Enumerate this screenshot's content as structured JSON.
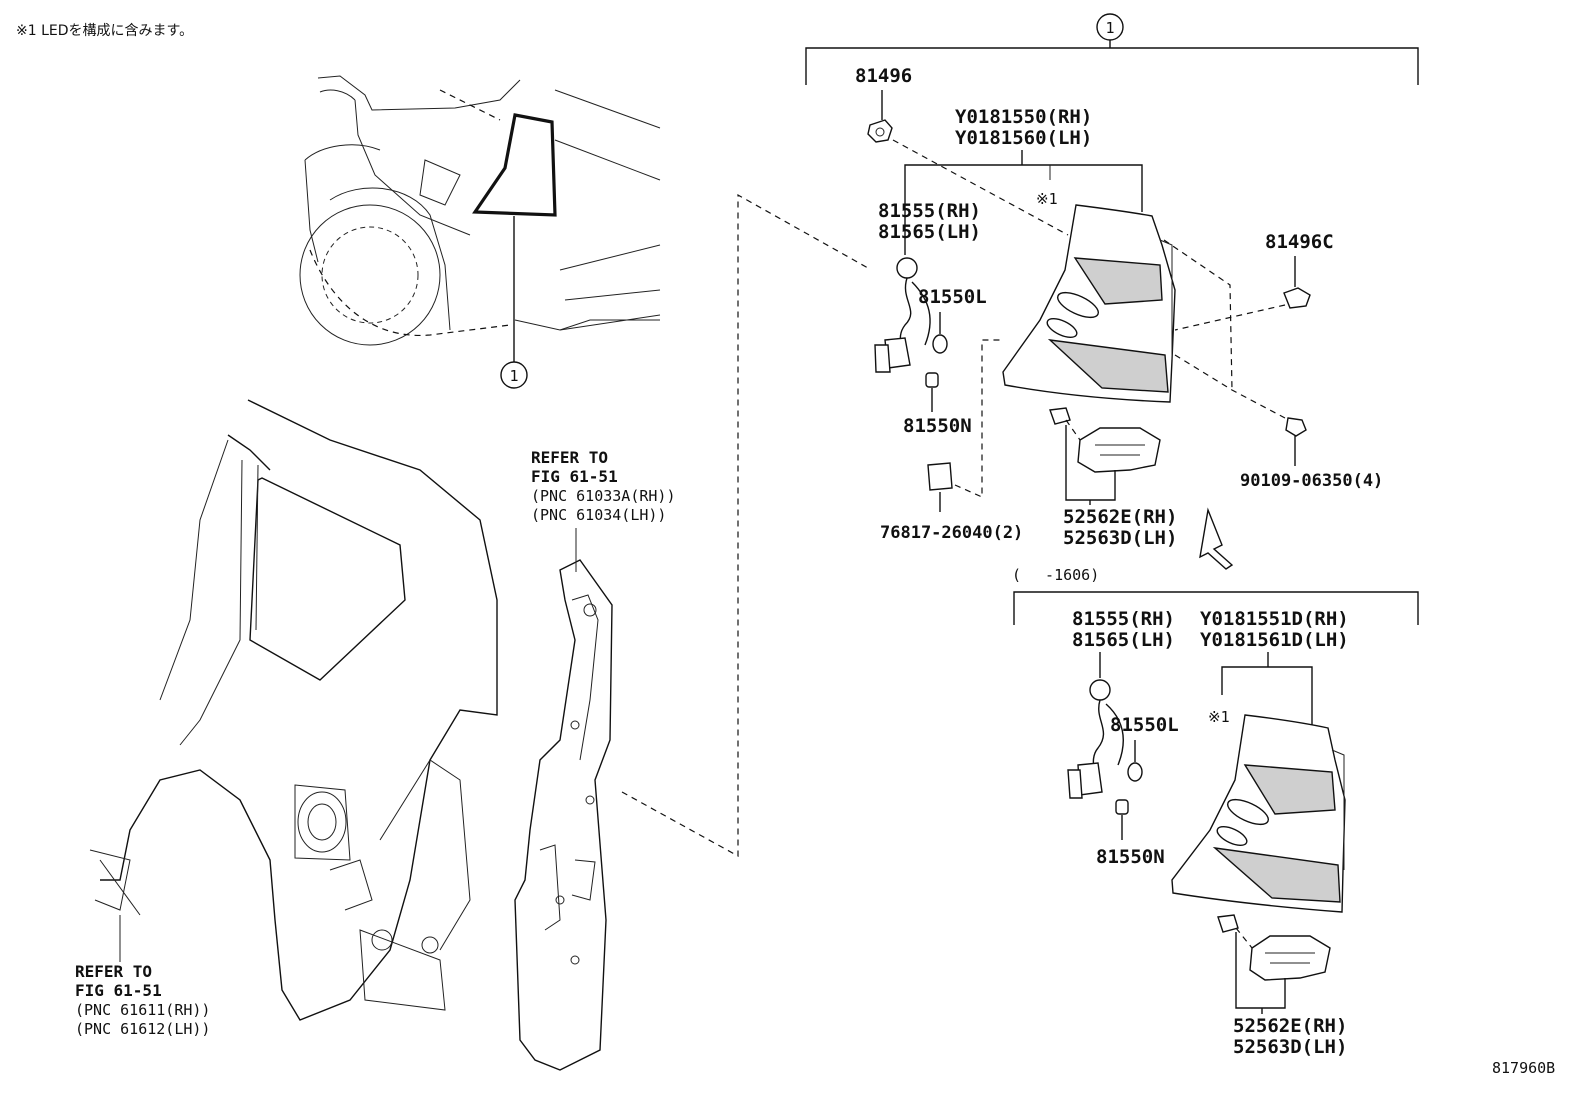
{
  "note": "※1 LEDを構成に含みます。",
  "callout": "1",
  "asterisk": "※1",
  "labels": {
    "p81496": "81496",
    "assy_rh": "Y0181550(RH)",
    "assy_lh": "Y0181560(LH)",
    "socket_rh": "81555(RH)",
    "socket_lh": "81565(LH)",
    "p81550L": "81550L",
    "p81550N": "81550N",
    "p81496C": "81496C",
    "clip": "76817-26040(2)",
    "bracket_rh": "52562E(RH)",
    "bracket_lh": "52563D(LH)",
    "screw": "90109-06350(4)",
    "range": "(　 -1606)",
    "socket2_rh": "81555(RH)",
    "socket2_lh": "81565(LH)",
    "assy2_rh": "Y0181551D(RH)",
    "assy2_lh": "Y0181561D(LH)",
    "p81550L_2": "81550L",
    "p81550N_2": "81550N",
    "bracket2_rh": "52562E(RH)",
    "bracket2_lh": "52563D(LH)",
    "ref1_a": "REFER TO",
    "ref1_b": "FIG 61-51",
    "ref1_c": "(PNC 61033A(RH))",
    "ref1_d": "(PNC 61034(LH))",
    "ref2_a": "REFER TO",
    "ref2_b": "FIG 61-51",
    "ref2_c": "(PNC 61611(RH))",
    "ref2_d": "(PNC 61612(LH))",
    "drawing_no": "817960B"
  }
}
